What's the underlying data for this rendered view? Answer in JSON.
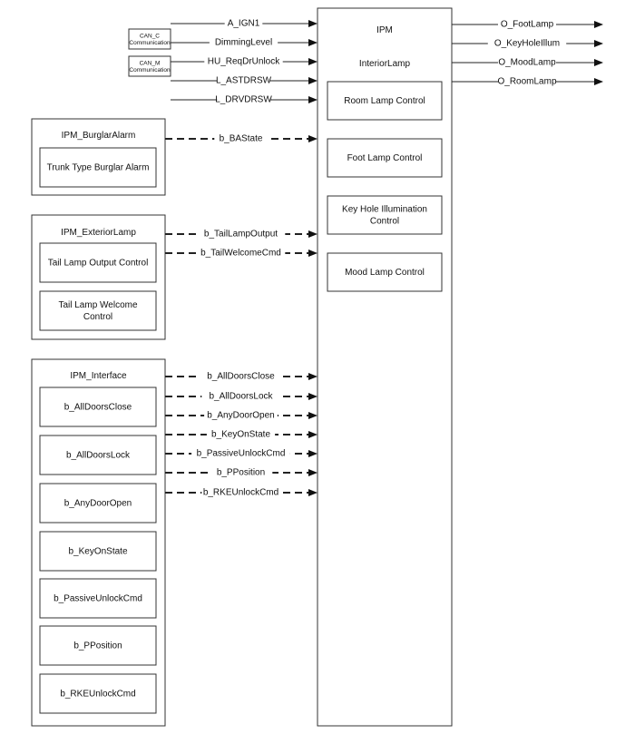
{
  "ipm": {
    "title": "IPM",
    "subtitle": "InteriorLamp",
    "blocks": [
      "Room Lamp Control",
      "Foot Lamp Control",
      "Key Hole Illumination|Control",
      "Mood Lamp Control"
    ]
  },
  "inputs": {
    "solid": [
      "A_IGN1",
      "DimmingLevel",
      "HU_ReqDrUnlock",
      "L_ASTDRSW",
      "L_DRVDRSW"
    ],
    "sources": [
      "CAN_C|Communication",
      "CAN_M|Communication"
    ]
  },
  "outputs": [
    "O_FootLamp",
    "O_KeyHoleIllum",
    "O_MoodLamp",
    "O_RoomLamp"
  ],
  "burglar": {
    "title": "IPM_BurglarAlarm",
    "blocks": [
      "Trunk Type Burglar Alarm"
    ],
    "signals": [
      "b_BAState"
    ]
  },
  "exterior": {
    "title": "IPM_ExteriorLamp",
    "blocks": [
      "Tail Lamp Output Control",
      "Tail Lamp Welcome|Control"
    ],
    "signals": [
      "b_TailLampOutput",
      "b_TailWelcomeCmd"
    ]
  },
  "interface": {
    "title": "IPM_Interface",
    "blocks": [
      "b_AllDoorsClose",
      "b_AllDoorsLock",
      "b_AnyDoorOpen",
      "b_KeyOnState",
      "b_PassiveUnlockCmd",
      "b_PPosition",
      "b_RKEUnlockCmd"
    ],
    "signals": [
      "b_AllDoorsClose",
      "b_AllDoorsLock",
      "b_AnyDoorOpen",
      "b_KeyOnState",
      "b_PassiveUnlockCmd",
      "b_PPosition",
      "b_RKEUnlockCmd"
    ]
  }
}
